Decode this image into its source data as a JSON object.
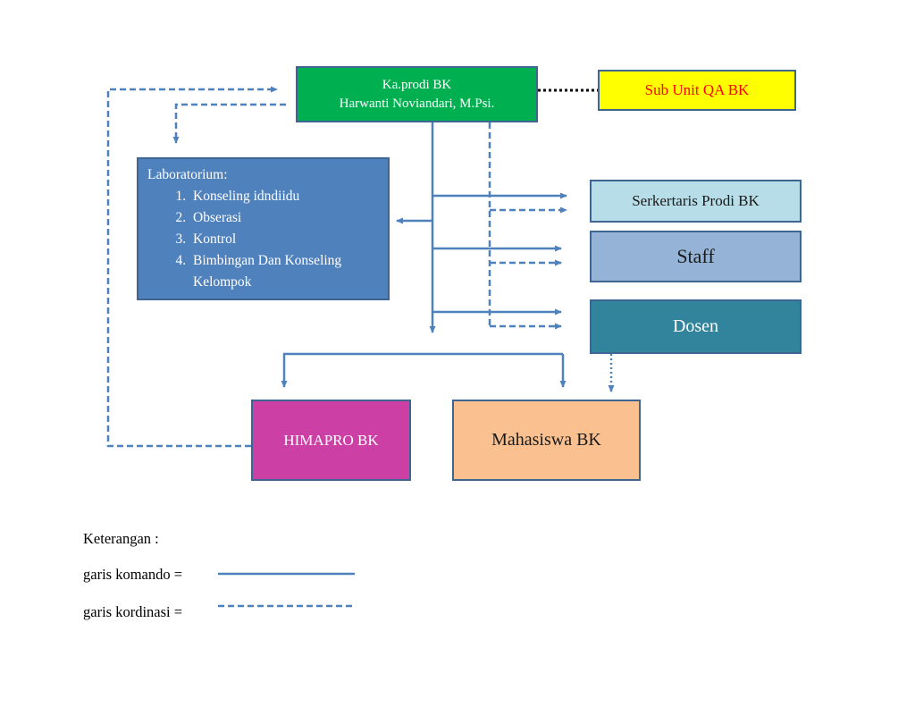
{
  "nodes": {
    "kaprodi": {
      "title": "Ka.prodi BK",
      "name": "Harwanti Noviandari, M.Psi."
    },
    "sub_unit_qa": {
      "label": "Sub Unit QA BK"
    },
    "laboratorium": {
      "title": "Laboratorium:",
      "items": [
        "Konseling idndiidu",
        "Obserasi",
        "Kontrol",
        "Bimbingan Dan Konseling Kelompok"
      ]
    },
    "sekretaris": {
      "label": "Serkertaris Prodi BK"
    },
    "staff": {
      "label": "Staff"
    },
    "dosen": {
      "label": "Dosen"
    },
    "himapro": {
      "label": "HIMAPRO BK"
    },
    "mahasiswa": {
      "label": "Mahasiswa BK"
    }
  },
  "legend": {
    "title": "Keterangan :",
    "komando_label": "garis komando =",
    "kordinasi_label": "garis kordinasi ="
  },
  "colors": {
    "line": "#4f81bd",
    "kaprodi": "#00b050",
    "sub_unit_qa": "#ffff00",
    "sub_unit_qa_text": "#ff0000",
    "laboratorium": "#4f81bd",
    "sekretaris": "#b7dde8",
    "staff": "#95b3d7",
    "dosen": "#31849b",
    "himapro": "#cc3fa5",
    "mahasiswa": "#fac090"
  }
}
